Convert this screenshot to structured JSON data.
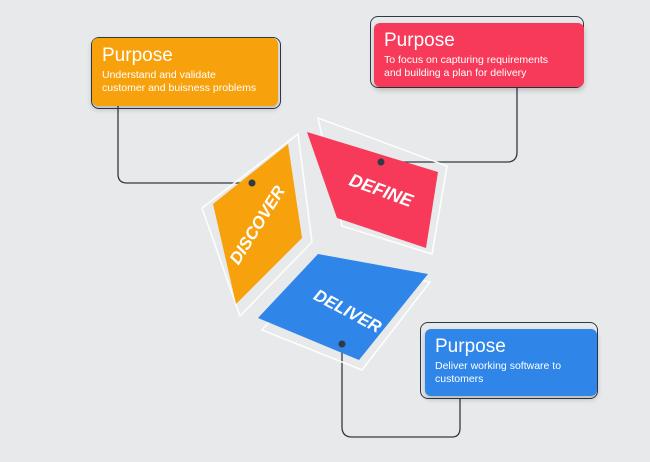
{
  "colors": {
    "discover": "#f7a10c",
    "define": "#f73a59",
    "deliver": "#2f86e8",
    "connector": "#2f3b44"
  },
  "tiles": {
    "discover": "DISCOVER",
    "define": "DEFINE",
    "deliver": "DELIVER"
  },
  "cards": {
    "discover": {
      "heading": "Purpose",
      "lines": [
        "Understand and validate",
        "customer and buisness problems"
      ]
    },
    "define": {
      "heading": "Purpose",
      "lines": [
        "To focus on capturing requirements",
        "and building a plan for delivery"
      ]
    },
    "deliver": {
      "heading": "Purpose",
      "lines": [
        "Deliver working software to",
        "customers"
      ]
    }
  }
}
